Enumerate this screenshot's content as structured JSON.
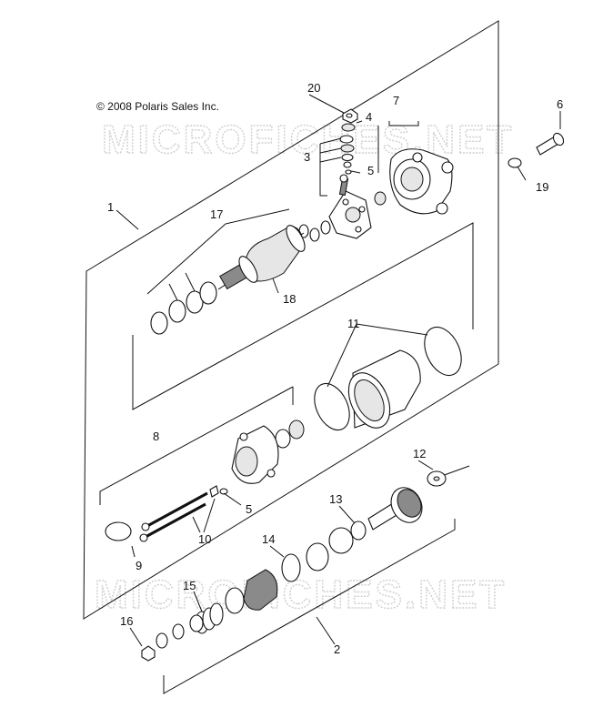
{
  "copyright": "© 2008 Polaris Sales Inc.",
  "watermark": "MICROFICHES.NET",
  "callouts": {
    "c1": "1",
    "c2": "2",
    "c3": "3",
    "c4": "4",
    "c5a": "5",
    "c5b": "5",
    "c6": "6",
    "c7": "7",
    "c8": "8",
    "c9": "9",
    "c10": "10",
    "c11": "11",
    "c12": "12",
    "c13": "13",
    "c14": "14",
    "c15": "15",
    "c16": "16",
    "c17": "17",
    "c18": "18",
    "c19": "19",
    "c20": "20"
  }
}
